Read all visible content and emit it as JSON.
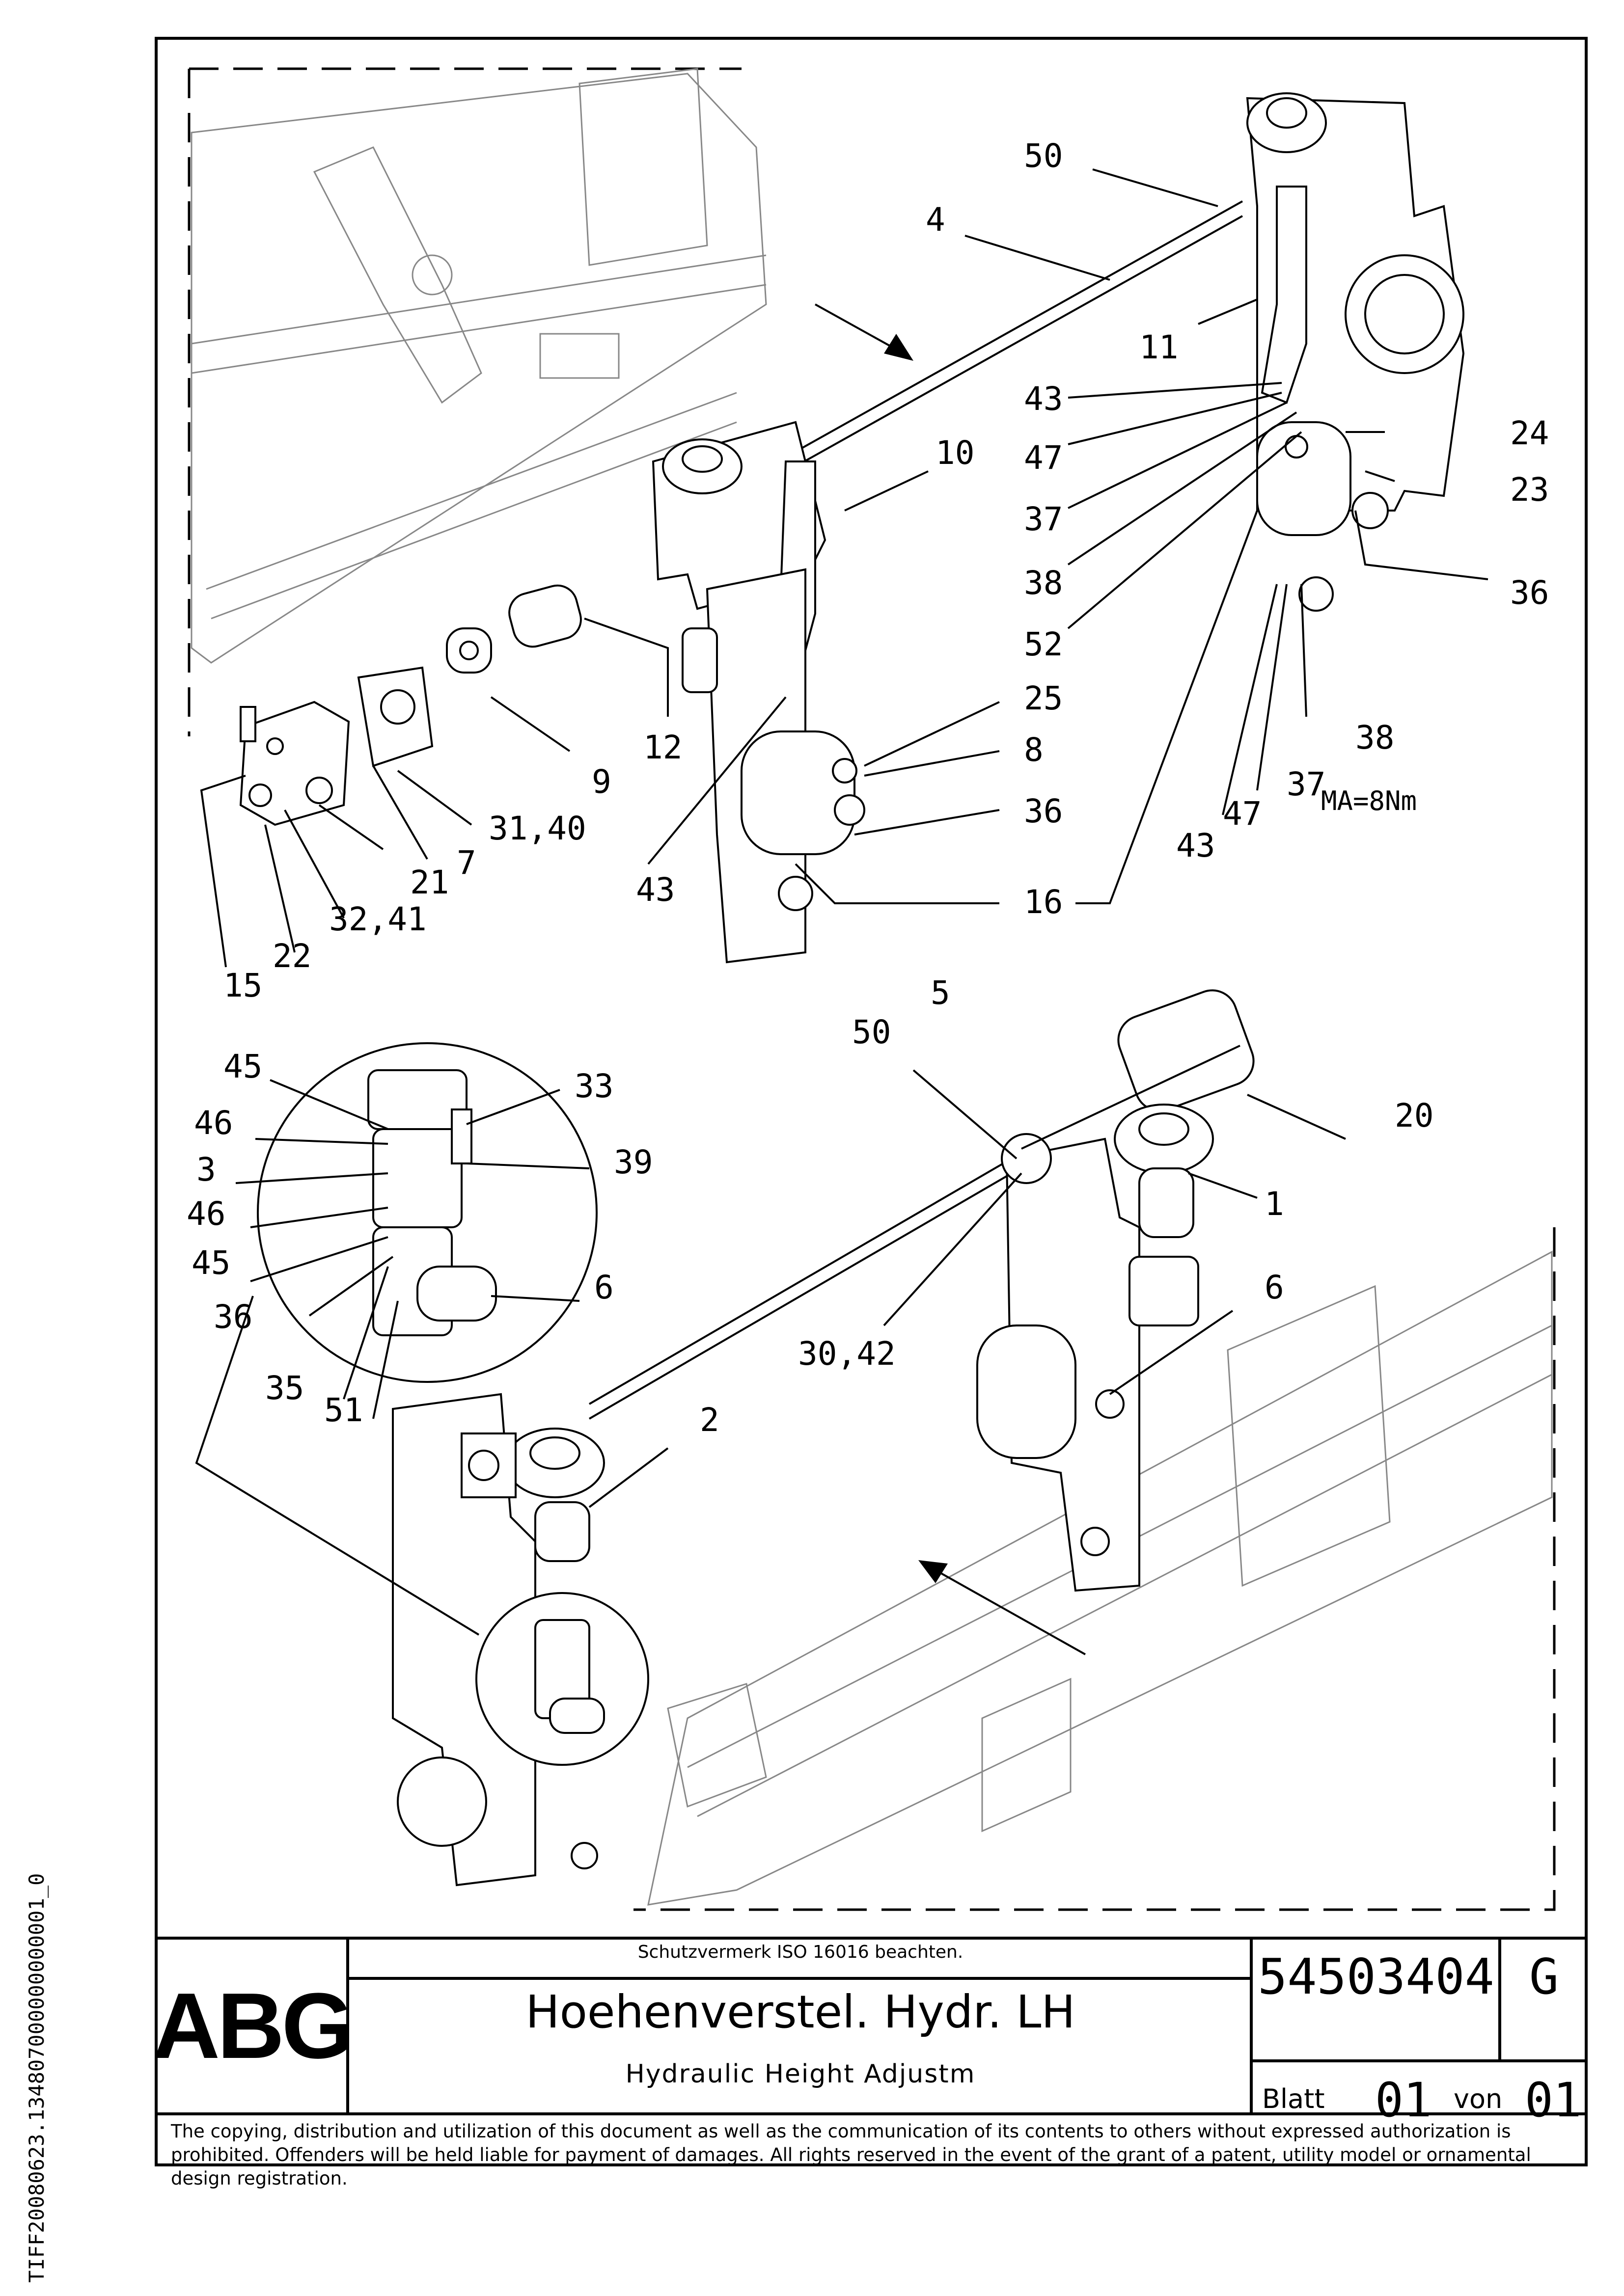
{
  "drawing": {
    "callouts": {
      "c50a": "50",
      "c4": "4",
      "c11": "11",
      "c43a": "43",
      "c47a": "47",
      "c37a": "37",
      "c38a": "38",
      "c52": "52",
      "c24": "24",
      "c23": "23",
      "c36a": "36",
      "c10": "10",
      "c12": "12",
      "c9": "9",
      "c31_40": "31,40",
      "c7": "7",
      "c21": "21",
      "c32_41": "32,41",
      "c22": "22",
      "c15": "15",
      "c43b": "43",
      "c25": "25",
      "c8": "8",
      "c36b": "36",
      "c16": "16",
      "c38b": "38",
      "c37b": "37",
      "c47b": "47",
      "c43c": "43",
      "torque": "MA=8Nm",
      "c5": "5",
      "c50b": "50",
      "c20": "20",
      "c1": "1",
      "c6a": "6",
      "c30_42": "30,42",
      "c2": "2",
      "c45a": "45",
      "c46a": "46",
      "c3": "3",
      "c46b": "46",
      "c45b": "45",
      "c36c": "36",
      "c35": "35",
      "c51": "51",
      "c33": "33",
      "c39": "39",
      "c6b": "6"
    }
  },
  "title_block": {
    "logo": "ABG",
    "protection_note": "Schutzvermerk ISO 16016 beachten.",
    "title_de": "Hoehenverstel. Hydr. LH",
    "title_en": "Hydraulic Height Adjustm",
    "document_number": "54503404",
    "revision": "G",
    "sheet_label": "Blatt",
    "sheet_number": "01",
    "of_label": "von",
    "sheet_total": "01",
    "copyright": "The copying, distribution and utilization of this document as well as the communication of its contents to others without expressed authorization is prohibited. Offenders will be held liable for payment of damages. All rights reserved in the event of the grant of a patent, utility model or ornamental design registration."
  },
  "file_id": "TIFF20080623.134807000000000001_0"
}
